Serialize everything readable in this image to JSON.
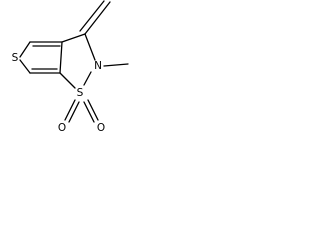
{
  "molecule": {
    "atoms": {
      "thiophene_sulfur": "S",
      "ring_nitrogen": "N",
      "sulfonyl_sulfur": "S",
      "sulfonyl_oxygen_1": "O",
      "sulfonyl_oxygen_2": "O"
    }
  },
  "colors": {
    "bond": "#000000",
    "label": "#000000",
    "background": "#ffffff"
  }
}
